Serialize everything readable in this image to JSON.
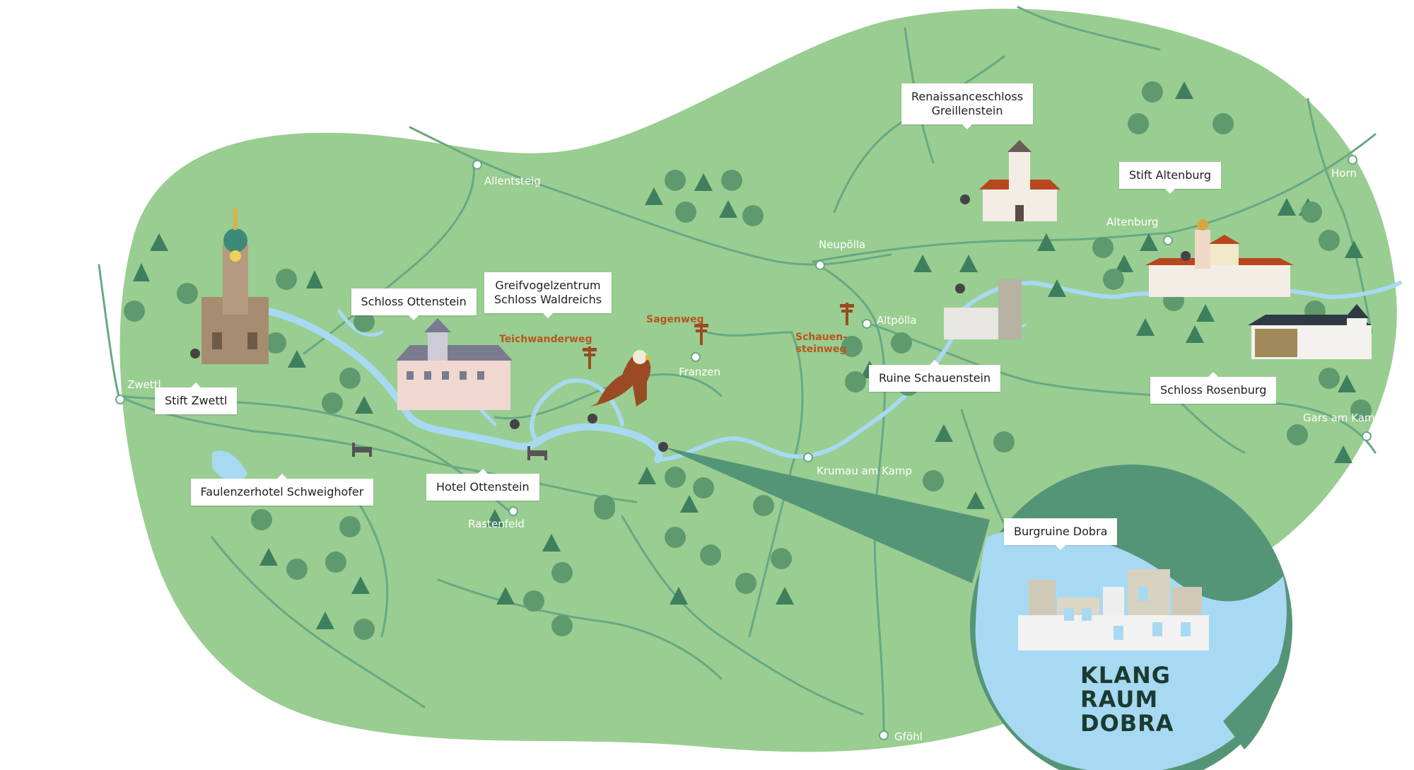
{
  "colors": {
    "land": "#9acd91",
    "water": "#a8d9f2",
    "road": "#68a884",
    "tree_dark": "#3e7f5e",
    "tree_light": "#5f9a6f",
    "trunk": "#b8561f",
    "zoom": "#559577"
  },
  "labels": {
    "stift_zwettl": "Stift Zwettl",
    "schloss_ottenstein": "Schloss Ottenstein",
    "greifvogelzentrum": "Greifvogelzentrum\nSchloss Waldreichs",
    "faulenzerhotel": "Faulenzerhotel Schweighofer",
    "hotel_ottenstein": "Hotel Ottenstein",
    "greillenstein": "Renaissanceschloss\nGreillenstein",
    "stift_altenburg": "Stift Altenburg",
    "ruine_schauenstein": "Ruine Schauenstein",
    "schloss_rosenburg": "Schloss Rosenburg",
    "burgruine_dobra": "Burgruine Dobra"
  },
  "towns": {
    "zwettl": "Zwettl",
    "allentsteig": "Allentsteig",
    "rastenfeld": "Rastenfeld",
    "franzen": "Franzen",
    "neupoella": "Neupölla",
    "altpoella": "Altpölla",
    "krumau": "Krumau am Kamp",
    "altenburg": "Altenburg",
    "horn": "Horn",
    "gars": "Gars am Kamp",
    "goehl": "Gföhl"
  },
  "trails": {
    "teichwanderweg": "Teichwanderweg",
    "sagenweg": "Sagenweg",
    "schauensteinweg": "Schauen-\nsteinweg"
  },
  "logo": "KLANG\nRAUM\nDOBRA",
  "icons": [
    "hotel-bed-icon",
    "trail-signpost-icon",
    "eagle-icon",
    "location-dot-icon",
    "tree-icon"
  ]
}
